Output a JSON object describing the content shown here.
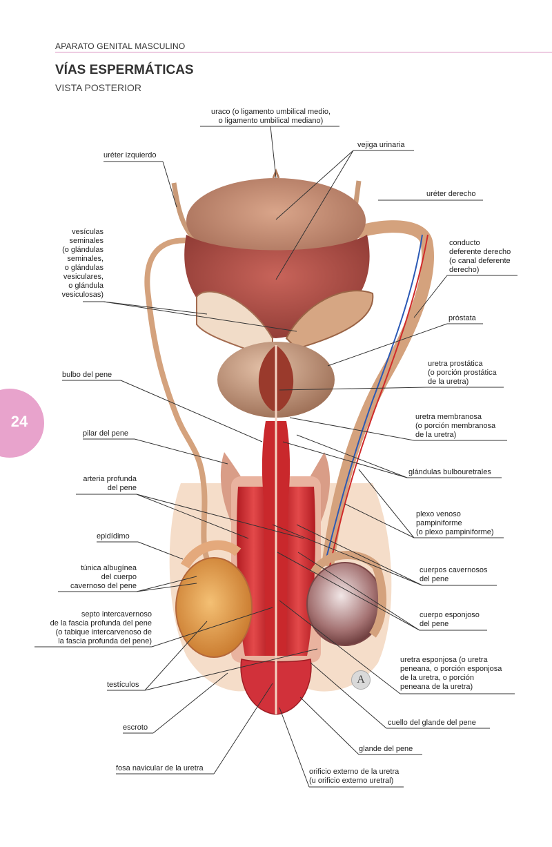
{
  "header": {
    "section": "APARATO GENITAL MASCULINO",
    "title": "VÍAS ESPERMÁTICAS",
    "subtitle": "VISTA POSTERIOR"
  },
  "page_number": "24",
  "badge": "A",
  "labels": {
    "uraco": [
      "uraco (o ligamento umbilical medio,",
      "o ligamento umbilical mediano)"
    ],
    "ureter_izquierdo": [
      "uréter izquierdo"
    ],
    "vejiga": [
      "vejiga urinaria"
    ],
    "ureter_derecho": [
      "uréter derecho"
    ],
    "vesiculas": [
      "vesículas",
      "seminales",
      "(o glándulas",
      "seminales,",
      "o glándulas",
      "vesiculares,",
      "o glándula",
      "vesiculosas)"
    ],
    "conducto": [
      "conducto",
      "deferente derecho",
      "(o canal deferente",
      "derecho)"
    ],
    "prostata": [
      "próstata"
    ],
    "bulbo": [
      "bulbo del pene"
    ],
    "uretra_prostatica": [
      "uretra prostática",
      "(o porción prostática",
      "de la uretra)"
    ],
    "uretra_membranosa": [
      "uretra membranosa",
      "(o porción membranosa",
      "de la uretra)"
    ],
    "pilar": [
      "pilar del pene"
    ],
    "glandulas_bulbo": [
      "glándulas bulbouretrales"
    ],
    "arteria": [
      "arteria profunda",
      "del pene"
    ],
    "plexo": [
      "plexo venoso",
      "pampiniforme",
      "(o plexo pampiniforme)"
    ],
    "epididimo": [
      "epidídimo"
    ],
    "tunica": [
      "túnica albugínea",
      "del cuerpo",
      "cavernoso del pene"
    ],
    "cuerpos_cavernosos": [
      "cuerpos cavernosos",
      "del pene"
    ],
    "septo": [
      "septo intercavernoso",
      "de la fascia profunda del pene",
      "(o tabique intercarvenoso de",
      "la fascia profunda del pene)"
    ],
    "cuerpo_esponjoso": [
      "cuerpo esponjoso",
      "del pene"
    ],
    "uretra_esponjosa": [
      "uretra esponjosa (o uretra",
      "peneana, o porción esponjosa",
      "de la uretra, o porción",
      "peneana de la uretra)"
    ],
    "testiculos": [
      "testículos"
    ],
    "escroto": [
      "escroto"
    ],
    "cuello": [
      "cuello del glande del pene"
    ],
    "glande": [
      "glande del pene"
    ],
    "fosa": [
      "fosa navicular de la uretra"
    ],
    "orificio": [
      "orificio externo de la uretra",
      "(u orificio externo uretral)"
    ]
  }
}
